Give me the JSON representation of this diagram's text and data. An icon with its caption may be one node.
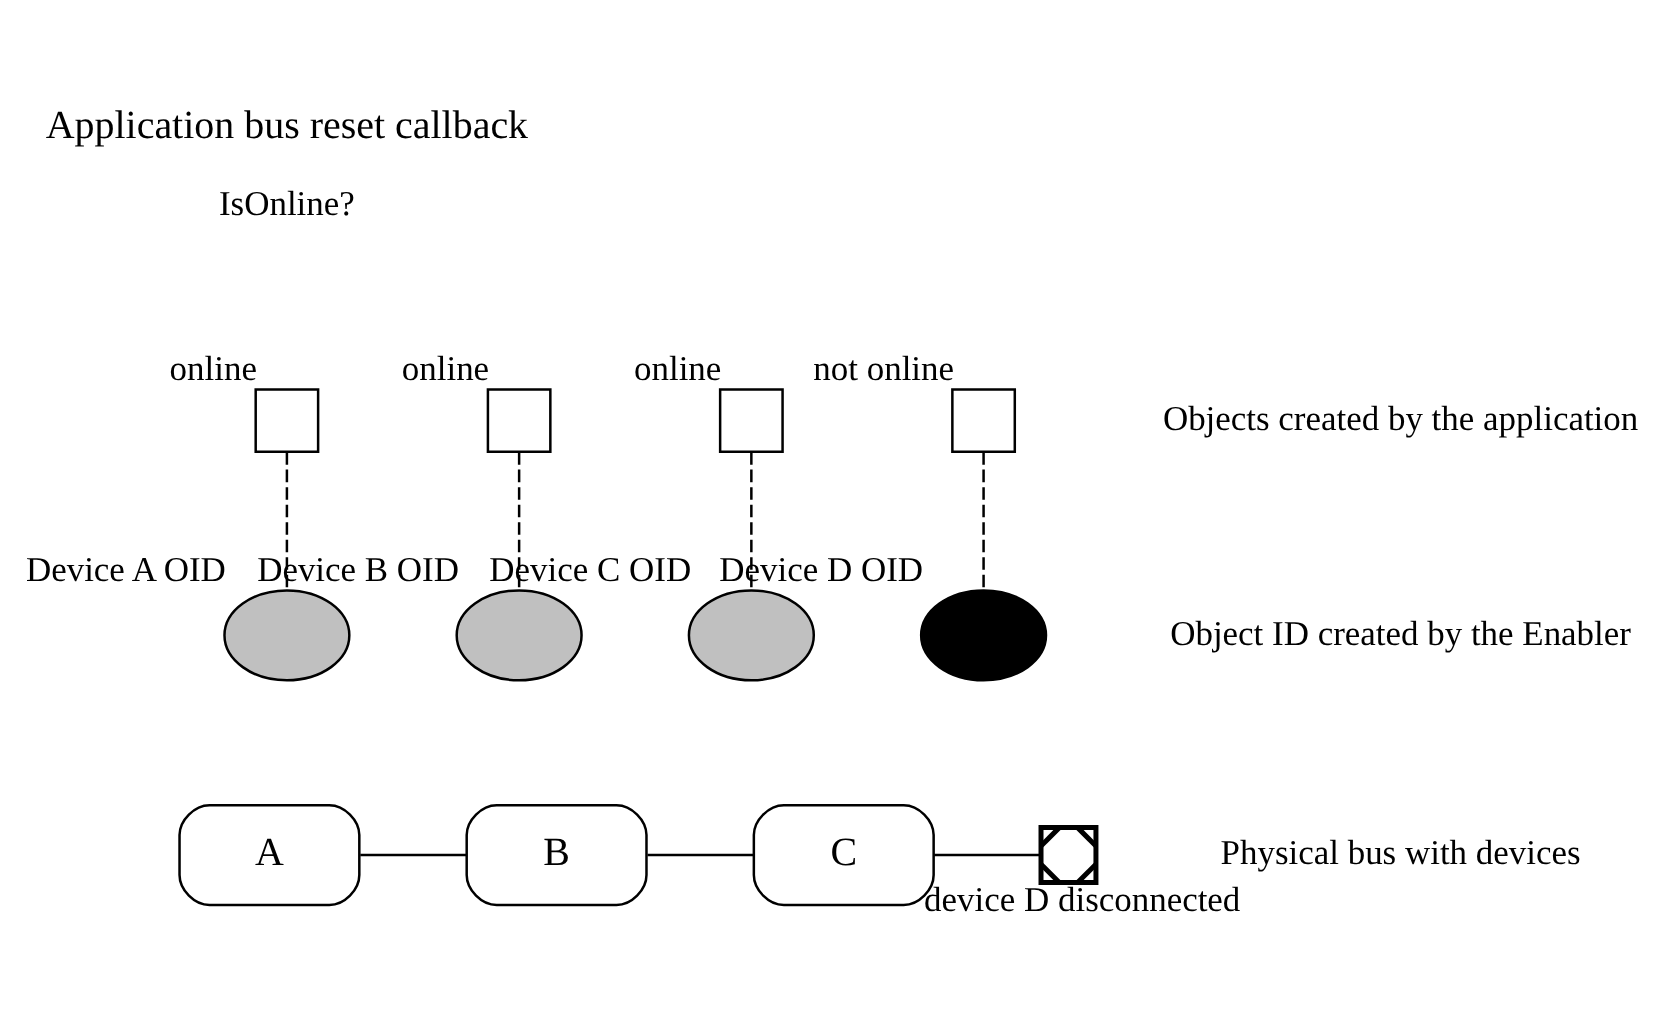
{
  "diagram": {
    "title": "Application bus reset callback",
    "nodes": [
      {
        "text": [],
        "shape": "box",
        "beside": [
          "online"
        ]
      },
      {
        "text": [],
        "shape": "box",
        "beside": [
          "online"
        ]
      },
      {
        "text": [],
        "shape": "box",
        "beside": [
          "online"
        ]
      },
      {
        "text": [],
        "shape": "box",
        "beside": [
          "not online"
        ]
      },
      {
        "text": [],
        "shape": "circle",
        "beside": [
          "Device A OID"
        ]
      },
      {
        "text": [],
        "shape": "circle",
        "beside": [
          "Device B OID"
        ]
      },
      {
        "text": [],
        "shape": "circle",
        "beside": [
          "Device C OID"
        ]
      },
      {
        "text": [],
        "shape": "circle",
        "beside": [
          "Device D OID"
        ]
      },
      {
        "text": [
          "A"
        ]
      },
      {
        "text": [
          "B"
        ]
      },
      {
        "text": [
          "C"
        ]
      },
      {
        "text": [],
        "shape": "cross",
        "beside": [
          "device D disconnected"
        ]
      }
    ],
    "edges": [
      {
        "from": 0,
        "to": 4,
        "arrow": "none",
        "style": "dashed"
      },
      {
        "from": 1,
        "to": 5,
        "arrow": "none",
        "style": "dashed"
      },
      {
        "from": 2,
        "to": 6,
        "arrow": "none",
        "style": "dashed"
      },
      {
        "from": 3,
        "to": 7,
        "arrow": "none",
        "style": "dashed"
      },
      {
        "from": 8,
        "to": 9,
        "arrow": "none"
      },
      {
        "from": 9,
        "to": 10,
        "arrow": "none"
      },
      {
        "from": 10,
        "to": 11,
        "arrow": "none"
      }
    ],
    "labels": [
      "IsOnline?",
      "Objects created by the application",
      "Object ID created by the Enabler",
      "Physical bus with devices"
    ]
  }
}
